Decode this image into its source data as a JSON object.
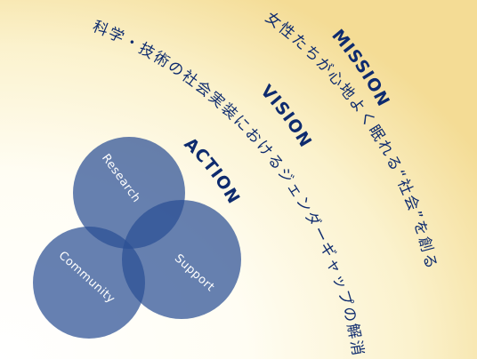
{
  "headings": {
    "mission": "MISSION",
    "vision": "VISION",
    "action": "ACTION"
  },
  "statements": {
    "mission": "女性たちが心地よく眠れる“社会”を創る",
    "vision": "科学・技術の社会実装におけるジェンダーギャップの解消"
  },
  "circles": [
    {
      "key": "research",
      "label": "Research"
    },
    {
      "key": "community",
      "label": "Community"
    },
    {
      "key": "support",
      "label": "Support"
    }
  ],
  "colors": {
    "heading": "#0e2b6e",
    "circle_fill": "#2b4f94",
    "circle_label": "#ffffff",
    "background_warm": "#f4dc95",
    "background_light": "#ffffff"
  }
}
